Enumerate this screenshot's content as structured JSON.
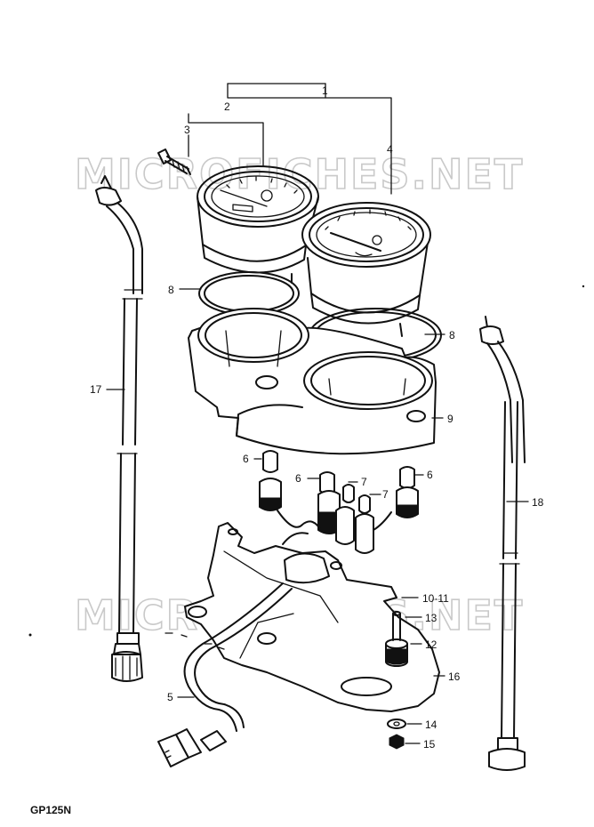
{
  "watermark": "MICROFICHES.NET",
  "model_code": "GP125N",
  "callouts": [
    {
      "id": "c1",
      "text": "1"
    },
    {
      "id": "c2",
      "text": "2"
    },
    {
      "id": "c3",
      "text": "3"
    },
    {
      "id": "c4",
      "text": "4"
    },
    {
      "id": "c5",
      "text": "5"
    },
    {
      "id": "c6a",
      "text": "6"
    },
    {
      "id": "c6b",
      "text": "6"
    },
    {
      "id": "c6c",
      "text": "6"
    },
    {
      "id": "c7a",
      "text": "7"
    },
    {
      "id": "c7b",
      "text": "7"
    },
    {
      "id": "c8a",
      "text": "8"
    },
    {
      "id": "c8b",
      "text": "8"
    },
    {
      "id": "c9",
      "text": "9"
    },
    {
      "id": "c1011",
      "text": "10·11"
    },
    {
      "id": "c12",
      "text": "12"
    },
    {
      "id": "c13",
      "text": "13"
    },
    {
      "id": "c14",
      "text": "14"
    },
    {
      "id": "c15",
      "text": "15"
    },
    {
      "id": "c16",
      "text": "16"
    },
    {
      "id": "c17",
      "text": "17"
    },
    {
      "id": "c18",
      "text": "18"
    }
  ]
}
